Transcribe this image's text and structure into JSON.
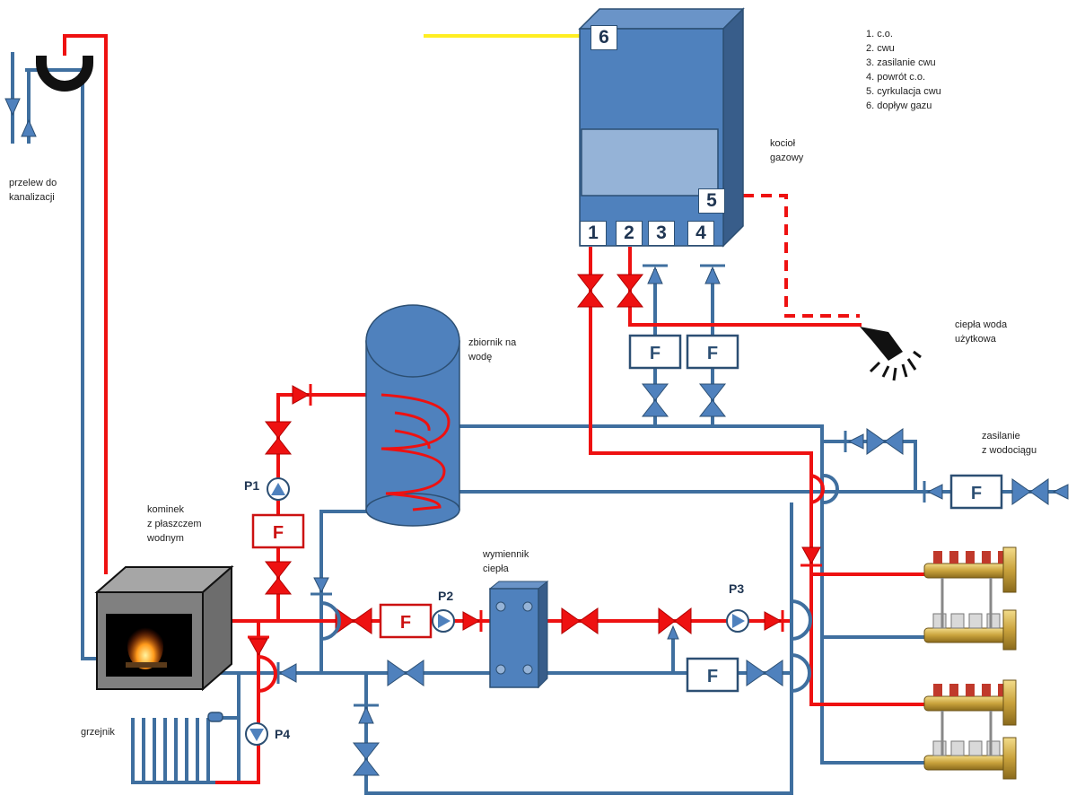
{
  "legend": [
    "1. c.o.",
    "2. cwu",
    "3. zasilanie cwu",
    "4. powrót c.o.",
    "5. cyrkulacja cwu",
    "6. dopływ gazu"
  ],
  "labels": {
    "overflow": [
      "przelew do",
      "kanalizacji"
    ],
    "boiler": [
      "kocioł",
      "gazowy"
    ],
    "hot_water": [
      "ciepła woda",
      "użytkowa"
    ],
    "tank": [
      "zbiornik na",
      "wodę"
    ],
    "supply": [
      "zasilanie",
      "z wodociągu"
    ],
    "fireplace": [
      "kominek",
      "z płaszczem",
      "wodnym"
    ],
    "exchanger": [
      "wymiennik",
      "ciepła"
    ],
    "radiator": "grzejnik"
  },
  "ports": {
    "p1": "1",
    "p2": "2",
    "p3": "3",
    "p4": "4",
    "p5": "5",
    "p6": "6"
  },
  "pumps": {
    "p1": "P1",
    "p2": "P2",
    "p3": "P3",
    "p4": "P4"
  },
  "filter_label": "F",
  "colors": {
    "hot_pipe": "#ee1111",
    "cold_pipe": "#3f6f9f",
    "gas_pipe": "#ffee22",
    "boiler_front": "#4f81bd",
    "boiler_side": "#385d8a",
    "fireplace": "#808080",
    "filter_hot": "#cc1111",
    "filter_cold": "#2c4f73"
  }
}
